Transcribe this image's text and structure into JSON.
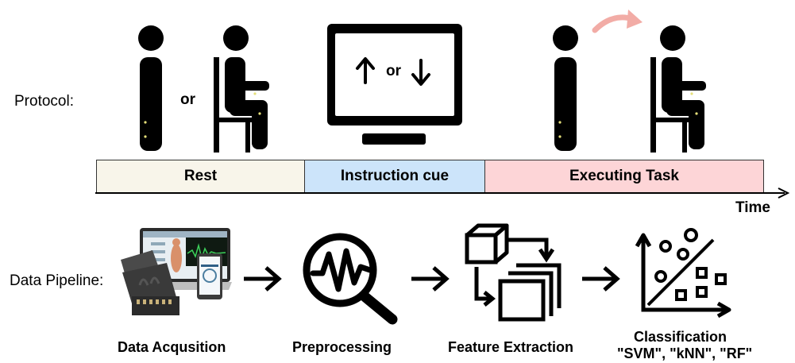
{
  "protocol": {
    "label": "Protocol:",
    "or_posture": "or",
    "cue_or": "or",
    "phases": [
      {
        "label": "Rest",
        "color": "#f8f5ea"
      },
      {
        "label": "Instruction cue",
        "color": "#cce4fa"
      },
      {
        "label": "Executing Task",
        "color": "#fdd5d7"
      }
    ],
    "time_label": "Time",
    "transition_arrow_color": "#f2aca6"
  },
  "pipeline": {
    "label": "Data Pipeline:",
    "steps": [
      {
        "label": "Data Acqusition",
        "icon": "acquisition-device-icon"
      },
      {
        "label": "Preprocessing",
        "icon": "signal-magnifier-icon"
      },
      {
        "label": "Feature Extraction",
        "icon": "feature-blocks-icon"
      },
      {
        "label": "Classification",
        "sublabel": "\"SVM\", \"kNN\", \"RF\"",
        "icon": "scatter-classification-icon"
      }
    ]
  }
}
